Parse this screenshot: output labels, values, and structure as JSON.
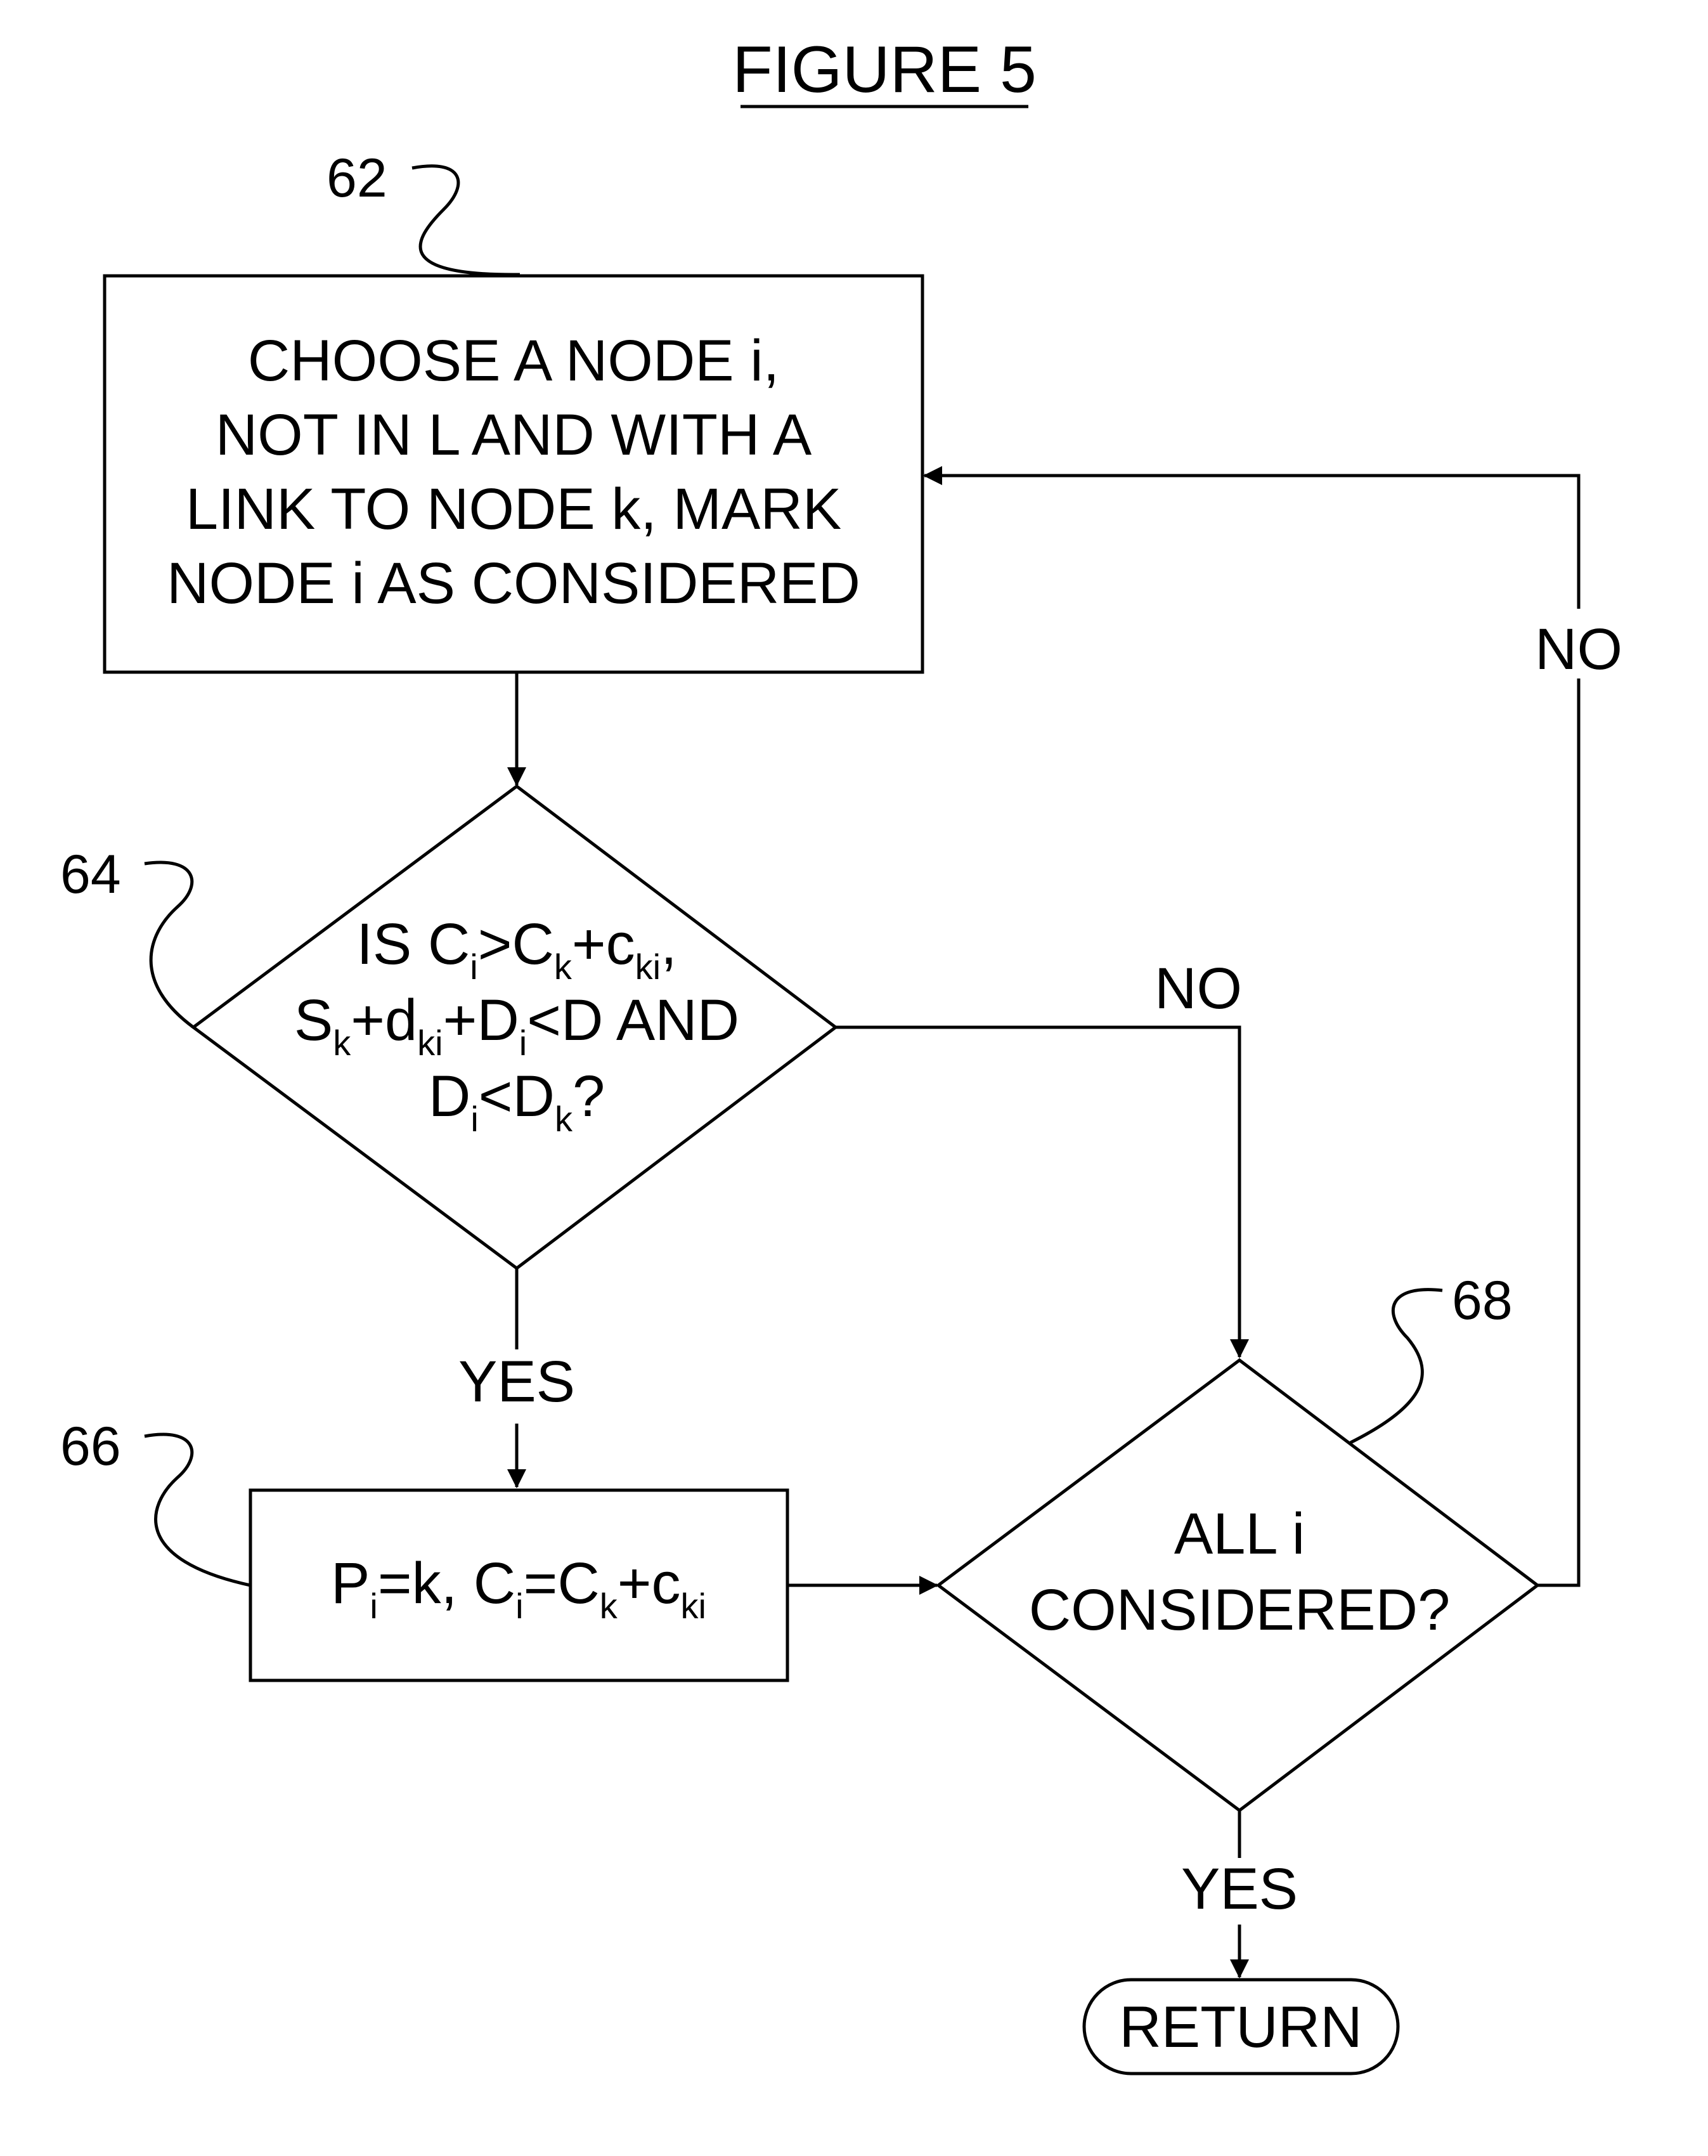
{
  "figure_title": "FIGURE 5",
  "steps": {
    "s62": {
      "ref": "62",
      "lines": [
        "CHOOSE A NODE i,",
        "NOT IN L AND WITH A",
        "LINK TO NODE k, MARK",
        "NODE i AS CONSIDERED"
      ]
    },
    "s64": {
      "ref": "64",
      "line1": {
        "a": "IS C",
        "a_sub": "i",
        "b": ">C",
        "b_sub": "k",
        "c": "+c",
        "c_sub": "ki",
        "d": ","
      },
      "line2": {
        "a": "S",
        "a_sub": "k",
        "b": "+d",
        "b_sub": "ki",
        "c": "+D",
        "c_sub": "i",
        "d": "<D AND"
      },
      "line3": {
        "a": "D",
        "a_sub": "i",
        "b": "<D",
        "b_sub": "k",
        "c": "?"
      }
    },
    "s66": {
      "ref": "66",
      "text": {
        "a": "P",
        "a_sub": "i",
        "b": "=k, C",
        "b_sub": "i",
        "c": "=C",
        "c_sub": "k",
        "d": "+c",
        "d_sub": "ki"
      }
    },
    "s68": {
      "ref": "68",
      "lines": [
        "ALL i",
        "CONSIDERED?"
      ]
    },
    "end": {
      "label": "RETURN"
    }
  },
  "edges": {
    "s64_no": "NO",
    "s64_yes": "YES",
    "s68_no": "NO",
    "s68_yes": "YES"
  }
}
